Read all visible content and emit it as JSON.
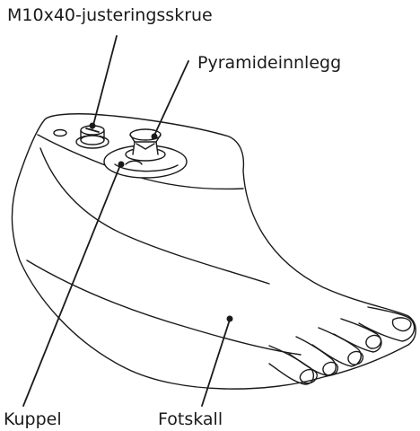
{
  "labels": {
    "adjustment_screw": "M10x40-justeringsskrue",
    "pyramid_insert": "Pyramideinnlegg",
    "dome": "Kuppel",
    "foot_shell": "Fotskall"
  },
  "colors": {
    "line": "#1a1a1a",
    "fill": "#ffffff"
  }
}
